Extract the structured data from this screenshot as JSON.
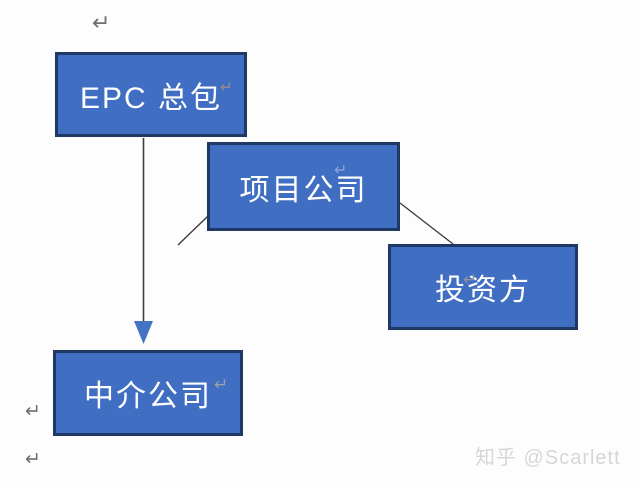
{
  "diagram": {
    "nodes": [
      {
        "id": "epc",
        "label": "EPC 总包"
      },
      {
        "id": "project",
        "label": "项目公司"
      },
      {
        "id": "investor",
        "label": "投资方"
      },
      {
        "id": "agency",
        "label": "中介公司"
      }
    ],
    "edges": [
      {
        "from": "epc",
        "to": "agency",
        "style": "straight-arrow-down",
        "arrowhead": true
      },
      {
        "from": "project",
        "to": "lower-left",
        "style": "plain-diagonal",
        "arrowhead": false
      },
      {
        "from": "project",
        "to": "investor",
        "style": "plain-diagonal",
        "arrowhead": false
      }
    ]
  },
  "glyphs": {
    "return_mark": "↵"
  },
  "watermark": {
    "text": "知乎 @Scarlett"
  },
  "colors": {
    "node_fill": "#3f6ec3",
    "node_border": "#1f3864",
    "node_text": "#ffffff",
    "connector_line": "#3d3d3d",
    "arrowhead_fill": "#4472c4",
    "return_mark_gray": "#6f6f6f",
    "watermark_text": "#d6d6d6",
    "background": "#fdfdfd"
  }
}
